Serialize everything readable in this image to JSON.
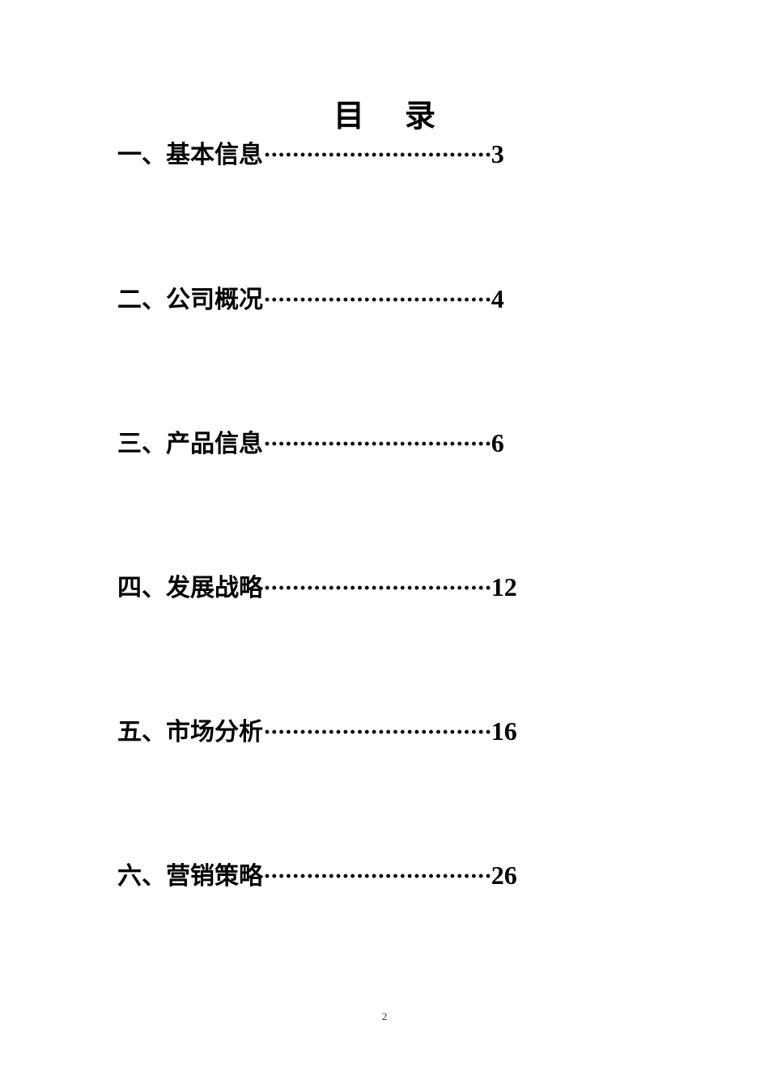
{
  "document": {
    "title_chars": [
      "目",
      "录"
    ],
    "toc": [
      {
        "label": "一、基本信息",
        "leader": "································",
        "page": "3"
      },
      {
        "label": "二、公司概况",
        "leader": "································",
        "page": "4"
      },
      {
        "label": "三、产品信息",
        "leader": "································",
        "page": "6"
      },
      {
        "label": "四、发展战略",
        "leader": "································",
        "page": "12"
      },
      {
        "label": "五、市场分析",
        "leader": "································",
        "page": "16"
      },
      {
        "label": "六、营销策略",
        "leader": "································",
        "page": "26"
      }
    ],
    "footer_page_number": "2"
  }
}
